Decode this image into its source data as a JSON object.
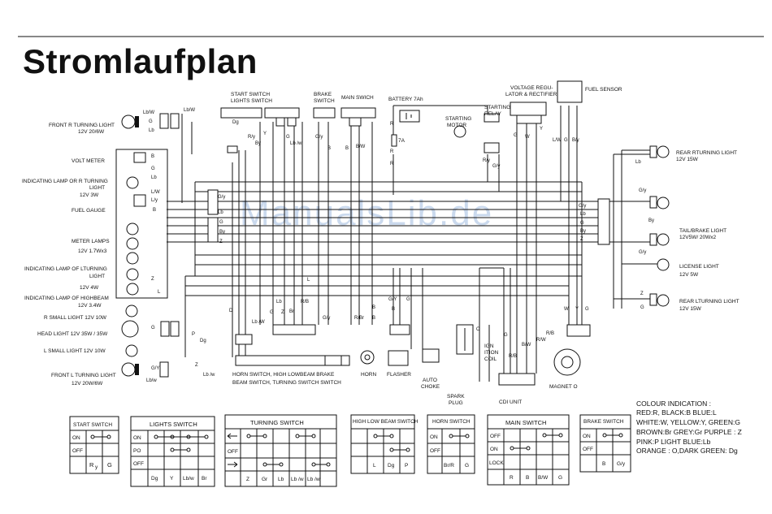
{
  "title": "Stromlaufplan",
  "watermark": "ManualsLib.de",
  "components": {
    "front_r_turning": "FRONT R TURNING LIGHT",
    "front_r_turning_spec": "12V  20/6W",
    "voltmeter": "VOLT METER",
    "ind_lamp_turning": "INDICATING LAMP OR R TURNING",
    "ind_lamp_turning2": "LIGHT",
    "ind_lamp_turning_spec": "12V   3W",
    "fuel_gauge": "FUEL GAUGE",
    "meter_lamps": "METER LAMPS",
    "meter_lamps_spec": "12V   1.7Wx3",
    "ind_lamp_l_turning": "INDICATING LAMP OF LTURNING",
    "ind_lamp_l_turning2": "LIGHT",
    "ind_lamp_l_turning_spec": "12V  4W",
    "ind_lamp_highbeam": "INDICATING LAMP OF HIGHBEAM",
    "ind_lamp_highbeam_spec": "12V  3.4W",
    "r_small_light": "R SMALL LIGHT 12V  10W",
    "head_light": "HEAD LIGHT 12V  35W / 35W",
    "l_small_light": "L SMALL LIGHT 12V  10W",
    "front_l_turning": "FRONT L TURNING LIGHT",
    "front_l_turning_spec": "12V  20W/6W",
    "start_switch_top": "START SWITCH",
    "lights_switch_top": "LIGHTS  SWITCH",
    "brake_switch_top": "BRAKE",
    "brake_switch_top2": "SWITCH",
    "main_switch_top": "MAIN  SWICH",
    "battery": "BATTERY 7Ah",
    "fuse": "7A",
    "starting_motor": "STARTING",
    "starting_motor2": "MOTOR",
    "starting_relay": "STARTING",
    "starting_relay2": "RELAY",
    "voltage_reg": "VOLTAGE REGU-",
    "voltage_reg2": "LATOR & RECTIFIER",
    "fuel_sensor": "FUEL SENSOR",
    "rear_r_turning": "REAR RTURNING LIGHT",
    "rear_r_turning_spec": "12V  15W",
    "tail_brake": "TAIL/BRAKE LIGHT",
    "tail_brake_spec": "12V5W/ 20Wx2",
    "license_light": "LICENSE LIGHT",
    "license_light_spec": "12V  5W",
    "rear_l_turning": "REAR LTURNING LIGHT",
    "rear_l_turning_spec": "12V  15W",
    "horn_switch": "HORN SWITCH,  HIGH LOWBEAM  BRAKE",
    "horn_switch2": "BEAM SWITCH,  TURNING SWITCH  SWITCH",
    "horn": "HORN",
    "flasher": "FLASHER",
    "auto_choke": "AUTO",
    "auto_choke2": "CHOKE",
    "spark_plug": "SPARK",
    "spark_plug2": "PLUG",
    "ignition_coil": "IGN",
    "ignition_coil2": "ITION",
    "ignition_coil3": "COIL",
    "cdi_unit": "CDI UNIT",
    "magneto": "MAGNET O"
  },
  "colour_indication": [
    "COLOUR INDICATION :",
    "RED:R, BLACK:B BLUE:L",
    "WHITE:W,  YELLOW:Y,  GREEN:G",
    "BROWN:Br   GREY:Gr  PURPLE  : Z",
    "PINK:P  LIGHT BLUE:Lb",
    "ORANGE : O,DARK GREEN: Dg"
  ],
  "tables": {
    "start_switch": {
      "title": "START  SWITCH",
      "rows": [
        "ON",
        "OFF"
      ],
      "cols": [
        "R",
        "y",
        "G"
      ]
    },
    "lights_switch": {
      "title": "LIGHTS SWITCH",
      "rows": [
        "ON",
        "PO",
        "OFF"
      ],
      "cols": [
        "Dg",
        "Y",
        "Lb/w",
        "Br"
      ]
    },
    "turning_switch": {
      "title": "TURNING  SWITCH",
      "rows": [
        "",
        "OFF",
        ""
      ],
      "cols": [
        "Z",
        "Gr",
        "Lb",
        "Lb /w",
        "Lb /w"
      ]
    },
    "highlow": {
      "title": "HIGH LOW BEAM SWITCH",
      "cols": [
        "L",
        "Dg",
        "P"
      ]
    },
    "horn_switch": {
      "title": "HORN  SWITCH",
      "rows": [
        "ON",
        "OFF"
      ],
      "cols": [
        "Br/R",
        "G"
      ]
    },
    "main_switch": {
      "title": "MAIN  SWITCH",
      "rows": [
        "OFF",
        "ON",
        "LOCK"
      ],
      "cols": [
        "R",
        "B",
        "B/W",
        "G"
      ]
    },
    "brake_switch": {
      "title": "BRAKE  SWITCH",
      "rows": [
        "ON",
        "OFF"
      ],
      "cols": [
        "B",
        "G/y"
      ]
    }
  },
  "wire_labels": {
    "lbw1": "Lb/W",
    "lbw2": "Lb/W",
    "g1": "G",
    "lb1": "Lb",
    "b1": "B",
    "g2": "G",
    "lb2": "Lb",
    "lw": "L/W",
    "ly": "L/y",
    "b2": "B",
    "gy1": "G/y",
    "lb3": "Lb",
    "g3": "G",
    "by1": "By",
    "z1": "Z",
    "dg1": "Dg",
    "ry": "R/y",
    "y1": "Y",
    "by2": "By",
    "g4": "G",
    "lbw3": "Lb /w",
    "gy2": "G/y",
    "b3": "B",
    "b4": "B",
    "bw1": "B/W",
    "r1": "R",
    "r2": "R",
    "r3": "R",
    "ry2": "R/y",
    "gy3": "G/y",
    "g5": "G",
    "w1": "W",
    "y2": "Y",
    "lw2": "L/W",
    "g6": "G",
    "by3": "B/y",
    "lb4": "Lb",
    "gy4": "G/y",
    "by4": "By",
    "gy5": "G/y",
    "g7": "G",
    "z2": "Z",
    "g8": "G",
    "lbw4": "Lb /W",
    "lb5": "Lb",
    "g9": "G",
    "z3": "Z",
    "br": "Br",
    "rb": "R/B",
    "l1": "L",
    "gy6": "G/y",
    "b5": "B",
    "rbr": "R/Br",
    "b6": "B",
    "gy7": "G/Y",
    "b7": "B",
    "g10": "G",
    "o": "O",
    "g11": "G",
    "rb2": "R/B",
    "bw2": "B/W",
    "rw": "R/W",
    "rb3": "R/B",
    "w2": "W",
    "y3": "Y",
    "g12": "G",
    "p": "P",
    "dg2": "Dg",
    "z4": "Z",
    "lbw5": "Lb /w",
    "g13": "G",
    "gy8": "G/Y",
    "z5": "Z",
    "l2": "L",
    "d": "D",
    "lbw6": "Lb/w"
  }
}
